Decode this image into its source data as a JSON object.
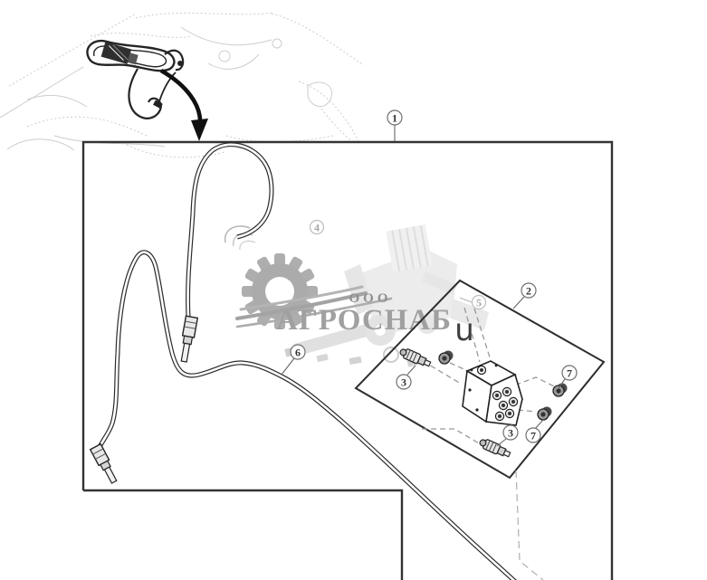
{
  "diagram": {
    "kind": "hydraulic-hose-parts-diagram",
    "callouts": {
      "c1": "1",
      "c2": "2",
      "c3_upper": "3",
      "c3_lower": "3",
      "c4": "4",
      "c5": "5",
      "c6": "6",
      "c7_upper": "7",
      "c7_lower": "7"
    },
    "watermark": {
      "company_prefix": "ООО",
      "company_name": "АГРОСНАБ",
      "stray_mark": "u"
    },
    "colors": {
      "line": "#2b2b2b",
      "frame": "#333333",
      "dashed_assembly": "#999999",
      "faint_sketch": "#cdcdcd",
      "watermark_text": "#a0a0a0",
      "watermark_ghost": "#e9e9e9",
      "callout_ring": "#6f6f6f"
    }
  }
}
